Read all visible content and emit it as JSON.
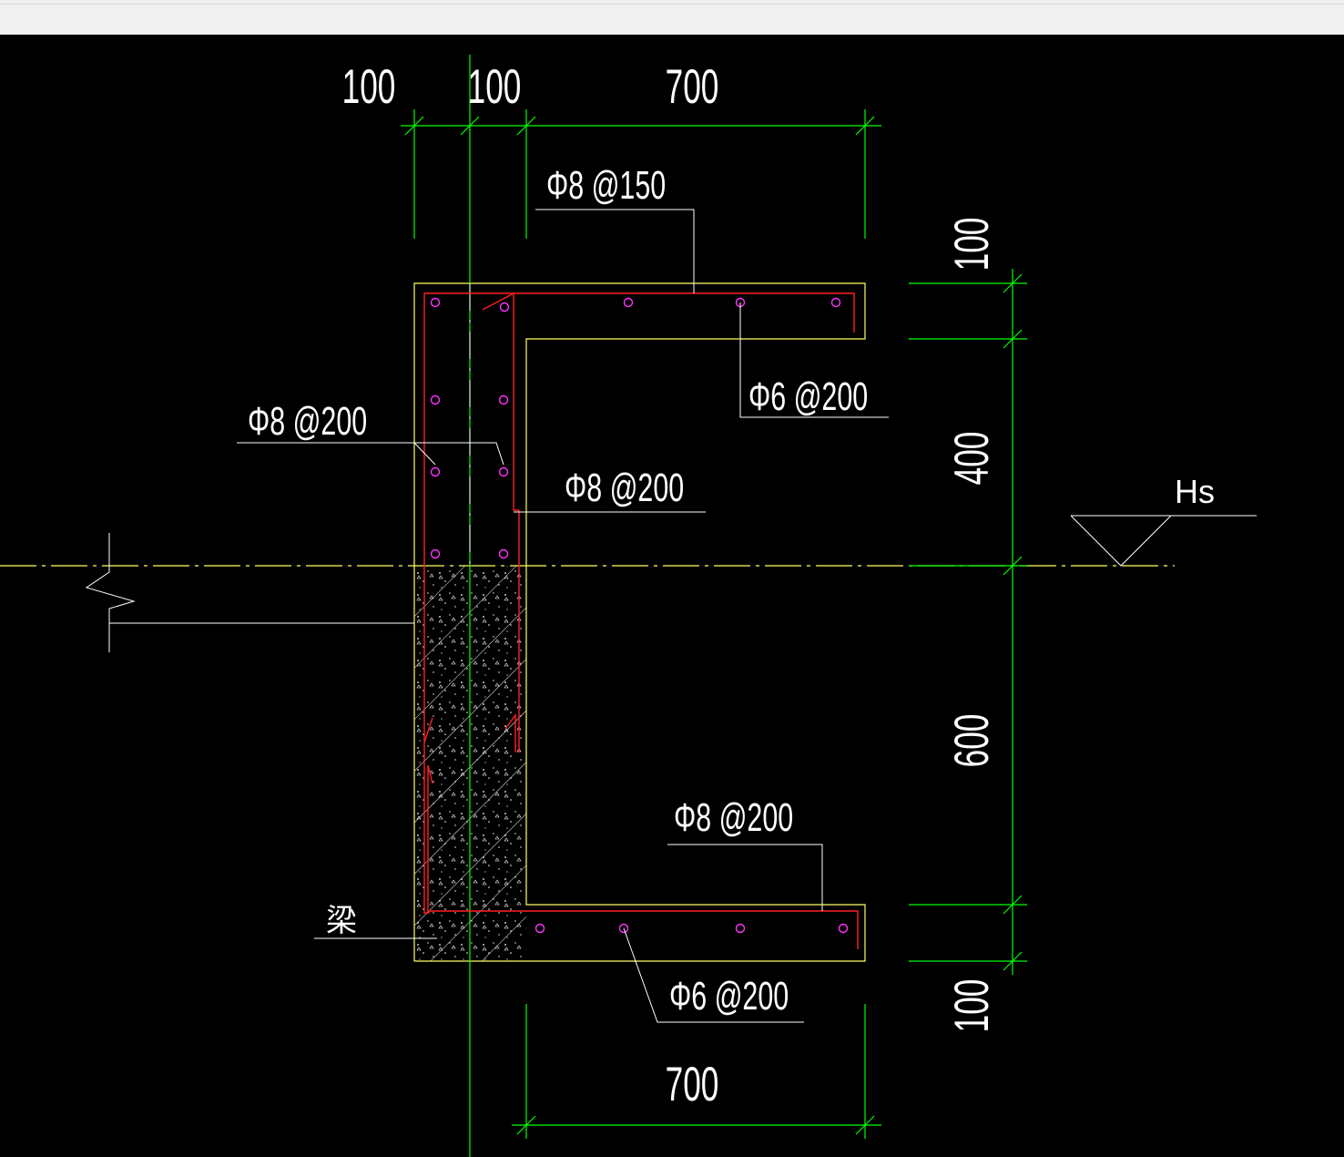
{
  "colors": {
    "background": "#000000",
    "dimension": "#00ff00",
    "outline": "#ffff66",
    "rebar": "#ff2020",
    "rebar_dot": "#ff33ff",
    "text": "#ffffff"
  },
  "dimensions": {
    "top_1": "100",
    "top_2": "100",
    "top_3": "700",
    "bottom": "700",
    "right_top": "100",
    "right_upper": "400",
    "right_lower": "600",
    "right_bottom": "100"
  },
  "rebar_labels": {
    "top_slab": "Φ8 @150",
    "top_dist": "Φ6 @200",
    "left_wall": "Φ8 @200",
    "right_wall": "Φ8 @200",
    "bottom_slab": "Φ8 @200",
    "bottom_dist": "Φ6 @200"
  },
  "level_label": "Hs",
  "beam_label": "梁"
}
